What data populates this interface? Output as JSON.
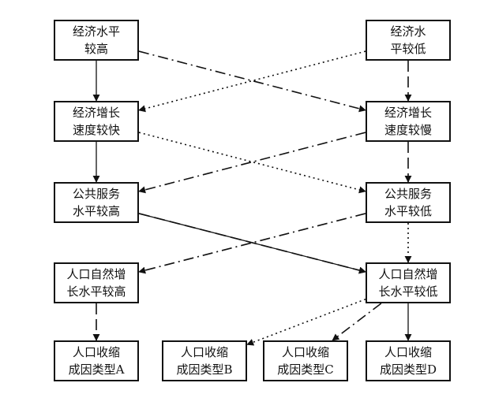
{
  "nodes": {
    "econ_high": {
      "lines": [
        "经济水平",
        "较高"
      ]
    },
    "econ_low": {
      "lines": [
        "经济水",
        "平较低"
      ]
    },
    "growth_fast": {
      "lines": [
        "经济增长",
        "速度较快"
      ]
    },
    "growth_slow": {
      "lines": [
        "经济增长",
        "速度较慢"
      ]
    },
    "service_high": {
      "lines": [
        "公共服务",
        "水平较高"
      ]
    },
    "service_low": {
      "lines": [
        "公共服务",
        "水平较低"
      ]
    },
    "pop_high": {
      "lines": [
        "人口自然增",
        "长水平较高"
      ]
    },
    "pop_low": {
      "lines": [
        "人口自然增",
        "长水平较低"
      ]
    },
    "type_a": {
      "lines": [
        "人口收缩",
        "成因类型A"
      ]
    },
    "type_b": {
      "lines": [
        "人口收缩",
        "成因类型B"
      ]
    },
    "type_c": {
      "lines": [
        "人口收缩",
        "成因类型C"
      ]
    },
    "type_d": {
      "lines": [
        "人口收缩",
        "成因类型D"
      ]
    }
  },
  "edges": [
    {
      "from": "econ_high",
      "to": "growth_fast",
      "style": "solid"
    },
    {
      "from": "growth_fast",
      "to": "service_high",
      "style": "solid"
    },
    {
      "from": "service_high",
      "to": "pop_low",
      "style": "solid"
    },
    {
      "from": "pop_low",
      "to": "type_d",
      "style": "solid"
    },
    {
      "from": "econ_high",
      "to": "growth_slow",
      "style": "dashdot"
    },
    {
      "from": "growth_slow",
      "to": "service_high",
      "style": "dashdot"
    },
    {
      "from": "service_low",
      "to": "pop_high",
      "style": "dashdot"
    },
    {
      "from": "pop_low",
      "to": "type_c",
      "style": "dashdot"
    },
    {
      "from": "econ_low",
      "to": "growth_slow",
      "style": "dashed"
    },
    {
      "from": "growth_slow",
      "to": "service_low",
      "style": "dashed"
    },
    {
      "from": "service_high",
      "to": "pop_low",
      "style": "dashed"
    },
    {
      "from": "pop_high",
      "to": "type_a",
      "style": "dashed"
    },
    {
      "from": "econ_low",
      "to": "growth_fast",
      "style": "dotted"
    },
    {
      "from": "growth_fast",
      "to": "service_low",
      "style": "dotted"
    },
    {
      "from": "service_low",
      "to": "pop_low",
      "style": "dotted"
    },
    {
      "from": "pop_low",
      "to": "type_b",
      "style": "dotted"
    }
  ]
}
